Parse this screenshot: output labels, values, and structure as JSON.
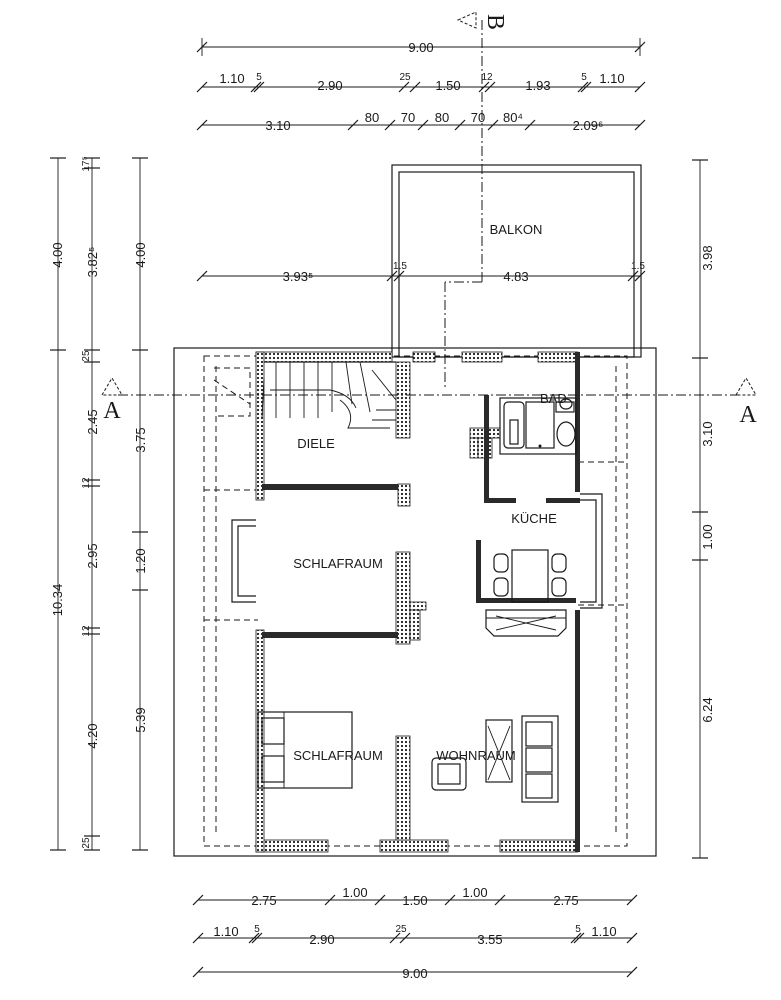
{
  "rooms": {
    "balkon": "BALKON",
    "diele": "DIELE",
    "bad": "BAD",
    "kueche": "KÜCHE",
    "schlafraum_upper": "SCHLAFRAUM",
    "schlafraum_lower": "SCHLAFRAUM",
    "wohnraum": "WOHNRAUM"
  },
  "section_markers": {
    "a_left": "A",
    "a_right": "A",
    "b_top": "B"
  },
  "dimensions": {
    "top_total": "9.00",
    "top_row2": [
      "1.10",
      "5",
      "2.90",
      "25",
      "1.50",
      "12",
      "1.93",
      "5",
      "1.10"
    ],
    "top_row3": [
      "3.10",
      "80",
      "70",
      "80",
      "70",
      "80⁴",
      "2.09⁶"
    ],
    "balkon_left": "3.93⁵",
    "balkon_left_small": "1.5",
    "balkon_width": "4.83",
    "balkon_right_small": "1.5",
    "left_outer": [
      "4.00",
      "10.34"
    ],
    "left_mid": [
      "17⁵",
      "3.82⁵",
      "25",
      "2.45",
      "12",
      "2.95",
      "12",
      "4.20",
      "25"
    ],
    "left_inner": [
      "4.00",
      "3.75",
      "1.20",
      "5.39"
    ],
    "right": [
      "3.98",
      "3.10",
      "1.00",
      "6.24"
    ],
    "bottom_row1": [
      "2.75",
      "1.00",
      "1.50",
      "1.00",
      "2.75"
    ],
    "bottom_row2": [
      "1.10",
      "5",
      "2.90",
      "25",
      "3.55",
      "5",
      "1.10"
    ],
    "bottom_total": "9.00"
  }
}
